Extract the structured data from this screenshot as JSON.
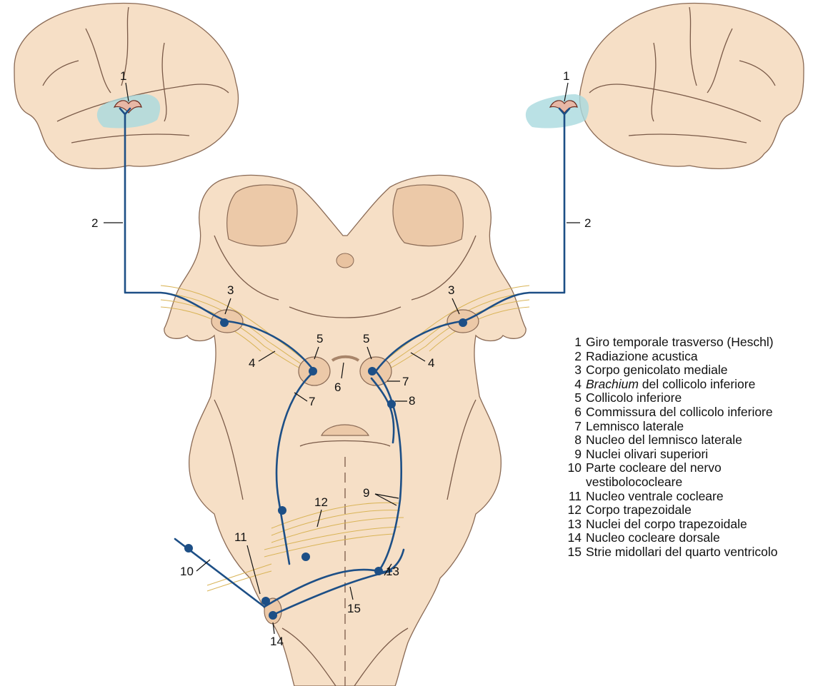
{
  "labels": {
    "n1": "1",
    "n2": "2",
    "n3": "3",
    "n4": "4",
    "n5": "5",
    "n6": "6",
    "n7": "7",
    "n8": "8",
    "n9": "9",
    "n10": "10",
    "n11": "11",
    "n12": "12",
    "n13": "13",
    "n14": "14",
    "n15": "15"
  },
  "legend": [
    {
      "num": "1",
      "pre": "",
      "em": "",
      "post": "Giro temporale trasverso (Heschl)"
    },
    {
      "num": "2",
      "pre": "",
      "em": "",
      "post": "Radiazione acustica"
    },
    {
      "num": "3",
      "pre": "",
      "em": "",
      "post": "Corpo genicolato mediale"
    },
    {
      "num": "4",
      "pre": "",
      "em": "Brachium",
      "post": " del collicolo inferiore"
    },
    {
      "num": "5",
      "pre": "",
      "em": "",
      "post": "Collicolo inferiore"
    },
    {
      "num": "6",
      "pre": "",
      "em": "",
      "post": "Commissura del collicolo inferiore"
    },
    {
      "num": "7",
      "pre": "",
      "em": "",
      "post": "Lemnisco laterale"
    },
    {
      "num": "8",
      "pre": "",
      "em": "",
      "post": "Nucleo del lemnisco laterale"
    },
    {
      "num": "9",
      "pre": "",
      "em": "",
      "post": "Nuclei olivari superiori"
    },
    {
      "num": "10",
      "pre": "",
      "em": "",
      "post": "Parte cocleare del nervo vestibolococleare"
    },
    {
      "num": "11",
      "pre": "",
      "em": "",
      "post": "Nucleo ventrale cocleare"
    },
    {
      "num": "12",
      "pre": "",
      "em": "",
      "post": "Corpo trapezoidale"
    },
    {
      "num": "13",
      "pre": "",
      "em": "",
      "post": "Nuclei del corpo trapezoidale"
    },
    {
      "num": "14",
      "pre": "",
      "em": "",
      "post": "Nucleo cocleare dorsale"
    },
    {
      "num": "15",
      "pre": "",
      "em": "",
      "post": "Strie midollari del quarto ventricolo"
    }
  ],
  "colors": {
    "tissue": "#f6dfc6",
    "auditory_cortex": "#a9d9df",
    "pathway": "#1d4f86",
    "fibers": "#d9b457"
  }
}
